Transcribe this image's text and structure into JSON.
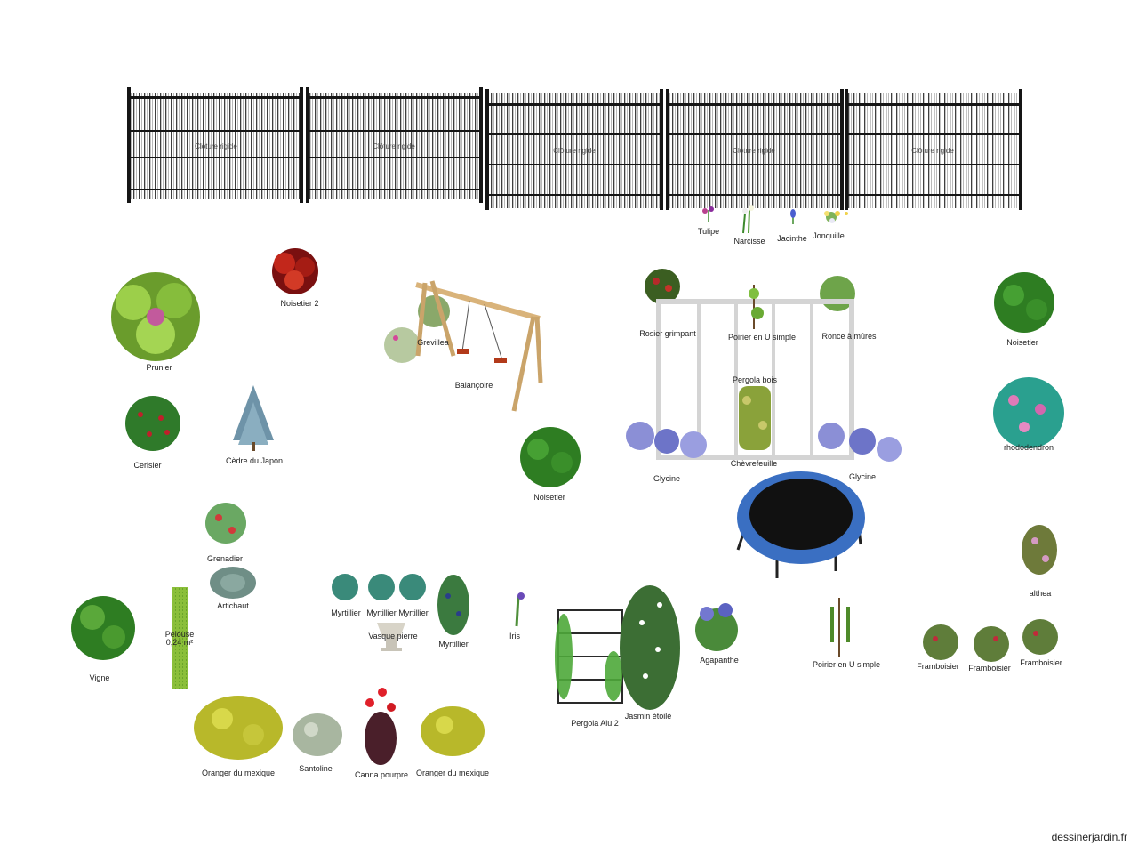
{
  "colors": {
    "fence": "#151515",
    "pergola": "#d4d4d4",
    "trampoline_mat": "#111111",
    "trampoline_pad": "#3a6fc2",
    "lawn": "#8bbf3a",
    "foliage_dark": "#2e7d22",
    "foliage_light": "#7fbf3f"
  },
  "fences": [
    {
      "label": "Clôture rigide",
      "icon": "rigid-fence-icon"
    },
    {
      "label": "Clôture rigide",
      "icon": "rigid-fence-icon"
    },
    {
      "label": "Clôture rigide",
      "icon": "rigid-fence-icon"
    },
    {
      "label": "Clôture rigide",
      "icon": "rigid-fence-icon"
    },
    {
      "label": "Clôture rigide",
      "icon": "rigid-fence-icon"
    }
  ],
  "bulbs": {
    "tulipe": "Tulipe",
    "narcisse": "Narcisse",
    "jacinthe": "Jacinthe",
    "jonquille": "Jonquille"
  },
  "plants": {
    "noisetier2": "Noisetier 2",
    "prunier": "Prunier",
    "cerisier": "Cerisier",
    "cedre": "Cèdre du Japon",
    "grevillea": "Grevillea",
    "balancoire": "Balançoire",
    "rosier": "Rosier grimpant",
    "poirier_top": "Poirier en U simple",
    "ronce": "Ronce à mûres",
    "pergola_bois": "Pergola bois",
    "chevrefeuille": "Chèvrefeuille",
    "glycine_left": "Glycine",
    "glycine_right": "Glycine",
    "noisetier_mid": "Noisetier",
    "noisetier_right": "Noisetier",
    "rhododendron": "rhododendron",
    "grenadier": "Grenadier",
    "artichaut": "Artichaut",
    "vigne": "Vigne",
    "pelouse": "Pelouse",
    "pelouse_area": "0,24 m²",
    "myrtillier1": "Myrtillier",
    "myrtillier2": "Myrtillier",
    "myrtillier3": "Myrtillier",
    "myrtillier4": "Myrtillier",
    "vasque": "Vasque pierre",
    "iris": "Iris",
    "pergola_alu": "Pergola Alu 2",
    "jasmin": "Jasmin étoilé",
    "agapanthe": "Agapanthe",
    "poirier_bottom": "Poirier en U simple",
    "althea": "althea",
    "framboisier1": "Framboisier",
    "framboisier2": "Framboisier",
    "framboisier3": "Framboisier",
    "oranger1": "Oranger du mexique",
    "santoline": "Santoline",
    "canna": "Canna pourpre",
    "oranger2": "Oranger du mexique"
  },
  "footer": {
    "credit": "dessinerjardin.fr"
  }
}
